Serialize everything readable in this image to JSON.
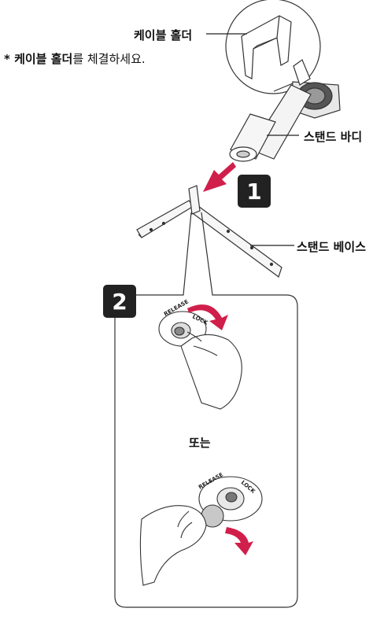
{
  "labels": {
    "cable_holder": "케이블 홀더",
    "note_prefix": "* ",
    "note_bold": "케이블 홀더",
    "note_rest": "를 체결하세요.",
    "stand_body": "스탠드 바디",
    "stand_base": "스탠드 베이스",
    "or": "또는"
  },
  "steps": [
    "1",
    "2"
  ],
  "dial_text": {
    "release": "RELEASE",
    "lock": "LOCK"
  },
  "colors": {
    "arrow": "#d01f4a",
    "step_badge": "#222222",
    "knob": "#c8c8c8"
  },
  "icons": [
    "down-arrow-icon",
    "rotate-arrow-icon"
  ]
}
